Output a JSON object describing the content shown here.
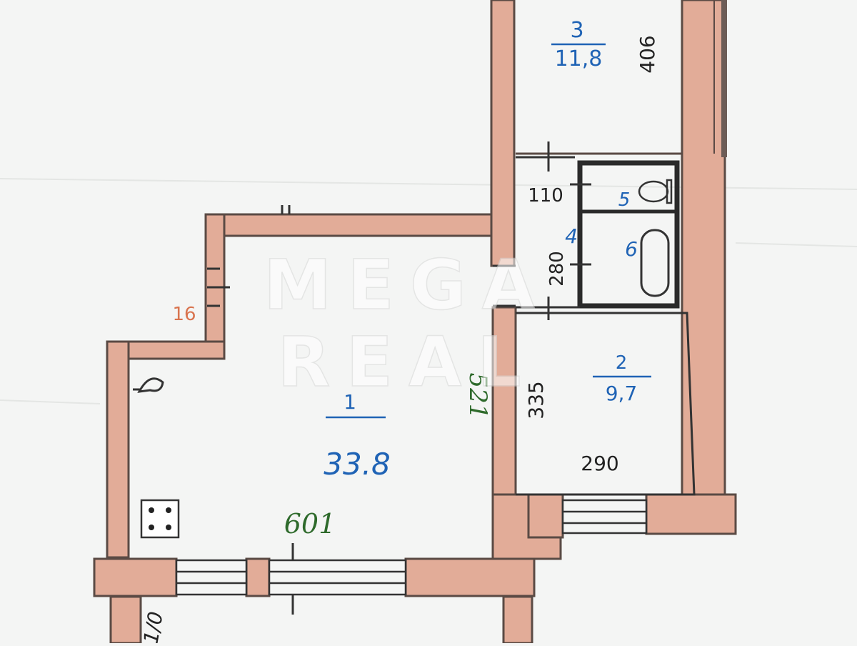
{
  "colors": {
    "paper": "#f4f5f4",
    "wall": "#e2ac98",
    "wall_edge": "#5a4a44",
    "area_ink": "#1f63b5",
    "handwriting_ink": "#2e6a2b",
    "print_ink": "#222222",
    "note_ink": "#d9744f",
    "watermark": "#ffffff"
  },
  "rooms": [
    {
      "number": "1",
      "area": "33.8"
    },
    {
      "number": "2",
      "area": "9,7"
    },
    {
      "number": "3",
      "area": "11,8"
    }
  ],
  "bathroom": {
    "number_4": "4",
    "number_5": "5",
    "number_6": "6"
  },
  "dimensions": {
    "room3_side": "406",
    "hall_width": "110",
    "hall_length": "280",
    "room2_side": "335",
    "room2_width": "290",
    "room1_side": "521",
    "room1_width": "601"
  },
  "annotations": {
    "corner_note": "16",
    "edge_note": "1/0"
  },
  "watermark": {
    "line1": "MEGA",
    "line2": "REAL"
  },
  "icons": [
    "stove-icon",
    "sink-icon",
    "toilet-icon",
    "bathtub-icon"
  ]
}
